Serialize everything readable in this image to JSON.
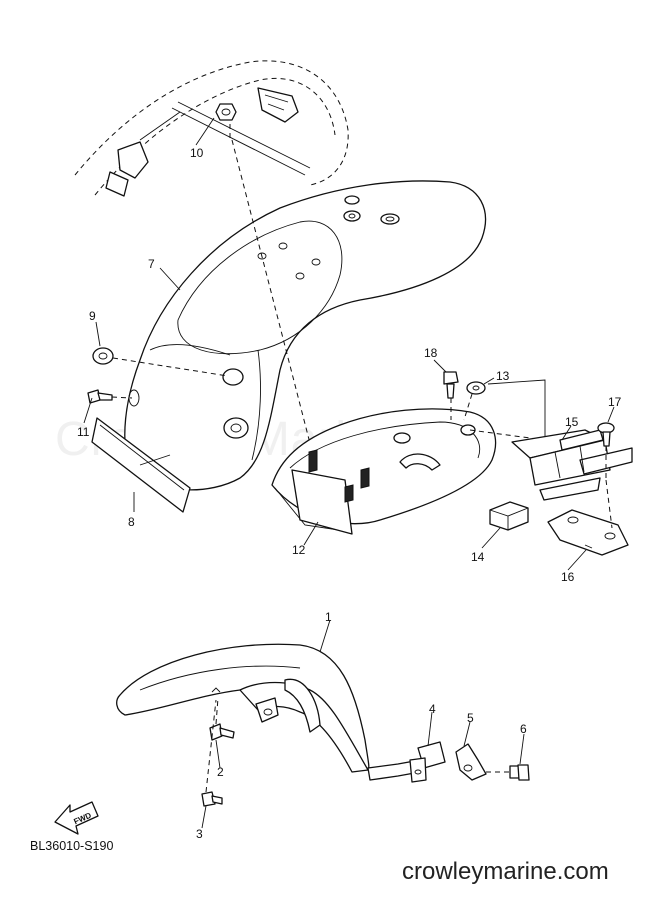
{
  "callouts": [
    "1",
    "2",
    "3",
    "4",
    "5",
    "6",
    "7",
    "8",
    "9",
    "10",
    "11",
    "12",
    "13",
    "14",
    "15",
    "16",
    "17",
    "18"
  ],
  "fwd_label": "FWD",
  "diagram_code": "BL36010-S190",
  "watermark": "Crowley Marine",
  "site_url": "crowleymarine.com",
  "colors": {
    "ink": "#111111",
    "watermark": "#f0f0f0",
    "background": "#ffffff"
  }
}
